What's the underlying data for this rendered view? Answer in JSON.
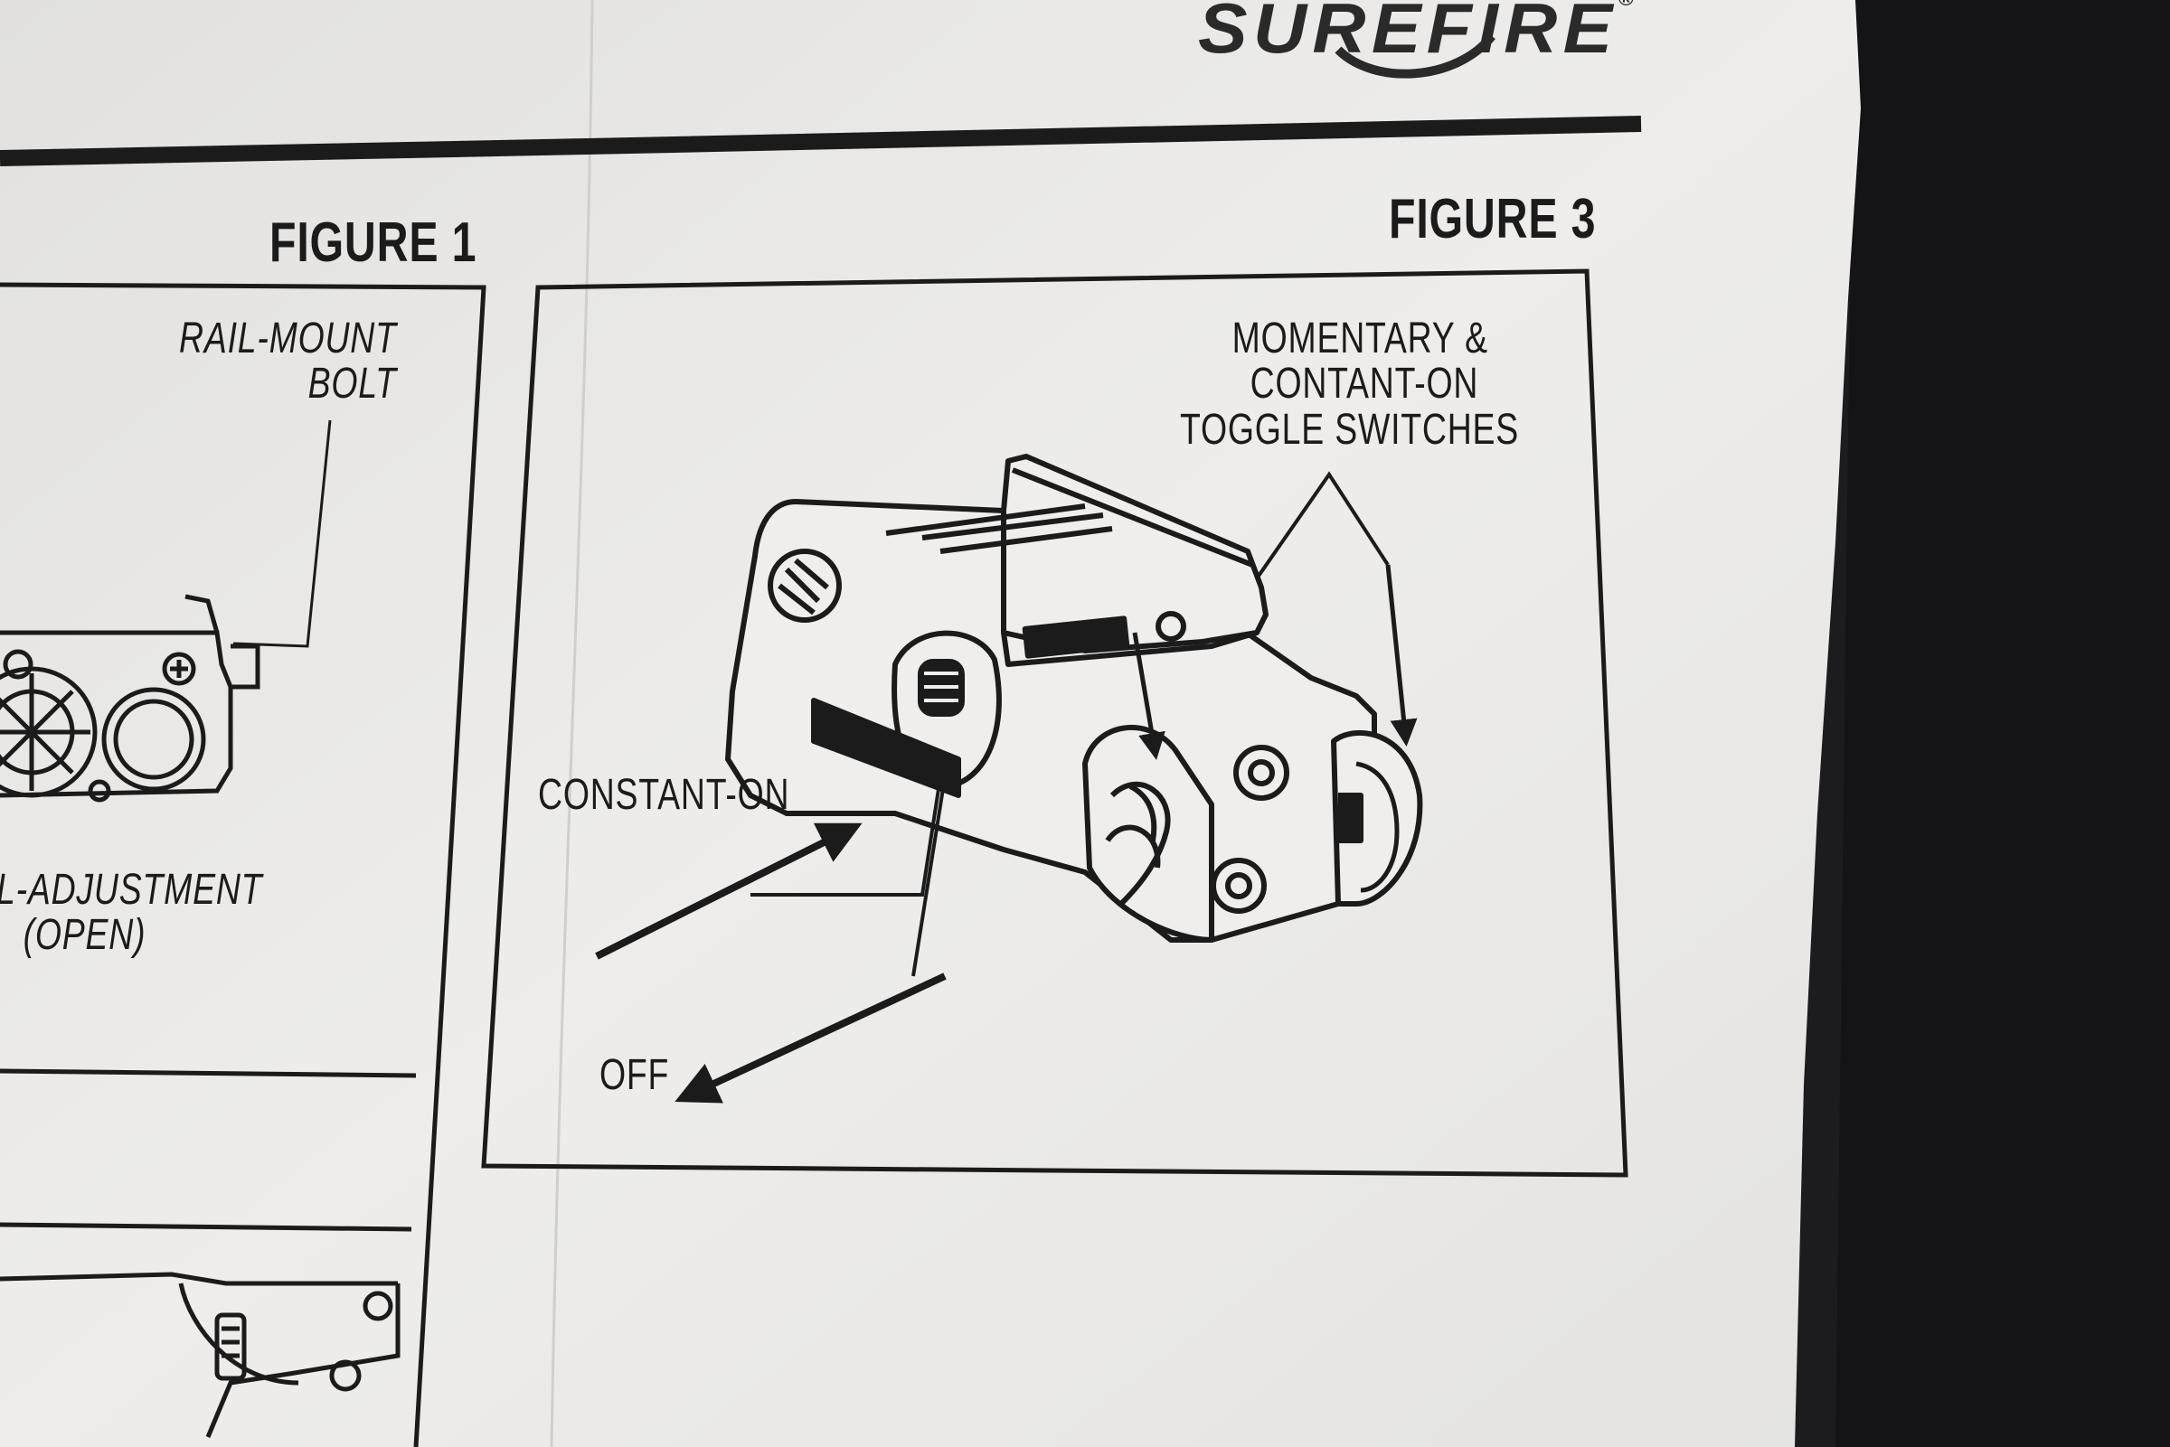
{
  "brand": {
    "name": "SUREFIRE",
    "mark": "®"
  },
  "figure1": {
    "title": "FIGURE 1",
    "labels": {
      "rail_mount_bolt_line1": "RAIL-MOUNT",
      "rail_mount_bolt_line2": "BOLT",
      "adjustment_line1": "L-ADJUSTMENT",
      "adjustment_line2": "(OPEN)"
    }
  },
  "figure3": {
    "title": "FIGURE 3",
    "labels": {
      "toggle_line1": "MOMENTARY &",
      "toggle_line2": "CONTANT-ON",
      "toggle_line3": "TOGGLE SWITCHES",
      "constant_on": "CONSTANT-ON",
      "off": "OFF"
    }
  },
  "colors": {
    "paper": "#e9e8e6",
    "ink": "#1b1b1b",
    "background": "#1c1c1e"
  }
}
